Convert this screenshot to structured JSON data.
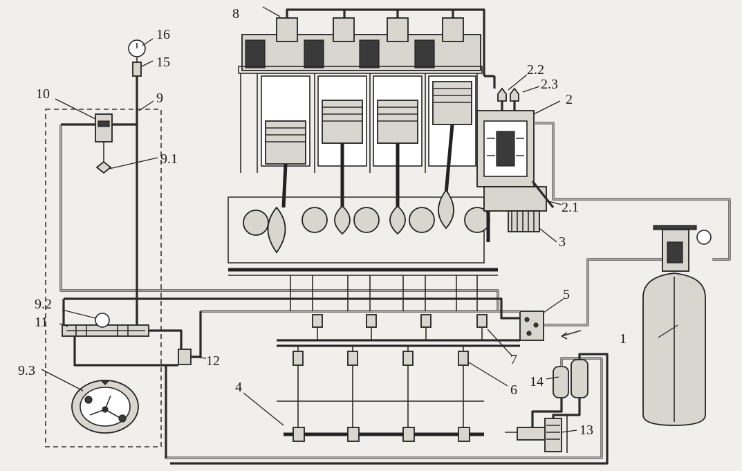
{
  "labels": {
    "l1": "1",
    "l2": "2",
    "l2_1": "2.1",
    "l2_2": "2.2",
    "l2_3": "2.3",
    "l3": "3",
    "l4": "4",
    "l5": "5",
    "l6": "6",
    "l7": "7",
    "l8": "8",
    "l9": "9",
    "l9_1": "9.1",
    "l9_2": "9.2",
    "l9_3": "9.3",
    "l10": "10",
    "l11": "11",
    "l12": "12",
    "l13": "13",
    "l14": "14",
    "l15": "15",
    "l16": "16"
  }
}
